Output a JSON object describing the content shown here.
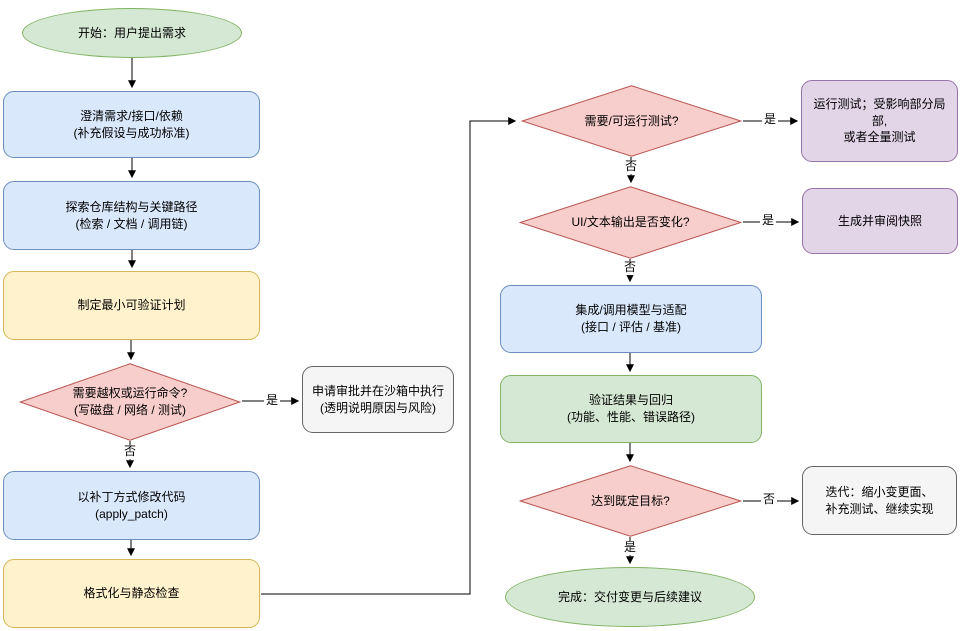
{
  "colors": {
    "terminal_fill": "#d5e8d4",
    "terminal_stroke": "#82b366",
    "process_blue_fill": "#dae8fc",
    "process_blue_stroke": "#6c8ebf",
    "process_yellow_fill": "#fff2cc",
    "process_yellow_stroke": "#d6b656",
    "decision_fill": "#f8cecc",
    "decision_stroke": "#b85450",
    "result_purple_fill": "#e1d5e7",
    "result_purple_stroke": "#9673a6",
    "note_gray_fill": "#f5f5f5",
    "note_gray_stroke": "#666666",
    "edge": "#000000"
  },
  "nodes": {
    "start": {
      "label": "开始：用户提出需求"
    },
    "clarify": {
      "label": "澄清需求/接口/依赖\n(补充假设与成功标准)"
    },
    "explore": {
      "label": "探索仓库结构与关键路径\n(检索 / 文档 / 调用链)"
    },
    "plan": {
      "label": "制定最小可验证计划"
    },
    "privilege_decision": {
      "label": "需要越权或运行命令?\n(写磁盘 / 网络 / 测试)"
    },
    "approval": {
      "label": "申请审批并在沙箱中执行\n(透明说明原因与风险)"
    },
    "patch": {
      "label": "以补丁方式修改代码\n(apply_patch)"
    },
    "lint": {
      "label": "格式化与静态检查"
    },
    "test_decision": {
      "label": "需要/可运行测试?"
    },
    "run_tests": {
      "label": "运行测试；受影响部分局部,\n或者全量测试"
    },
    "ui_decision": {
      "label": "UI/文本输出是否变化?"
    },
    "snapshot": {
      "label": "生成并审阅快照"
    },
    "integrate": {
      "label": "集成/调用模型与适配\n(接口 / 评估 / 基准)"
    },
    "verify": {
      "label": "验证结果与回归\n(功能、性能、错误路径)"
    },
    "goal_decision": {
      "label": "达到既定目标?"
    },
    "iterate": {
      "label": "迭代：缩小变更面、\n补充测试、继续实现"
    },
    "done": {
      "label": "完成：交付变更与后续建议"
    }
  },
  "edges": {
    "privilege_yes": "是",
    "privilege_no": "否",
    "test_yes": "是",
    "test_no": "否",
    "ui_yes": "是",
    "ui_no": "否",
    "goal_no": "否",
    "goal_yes": "是"
  }
}
